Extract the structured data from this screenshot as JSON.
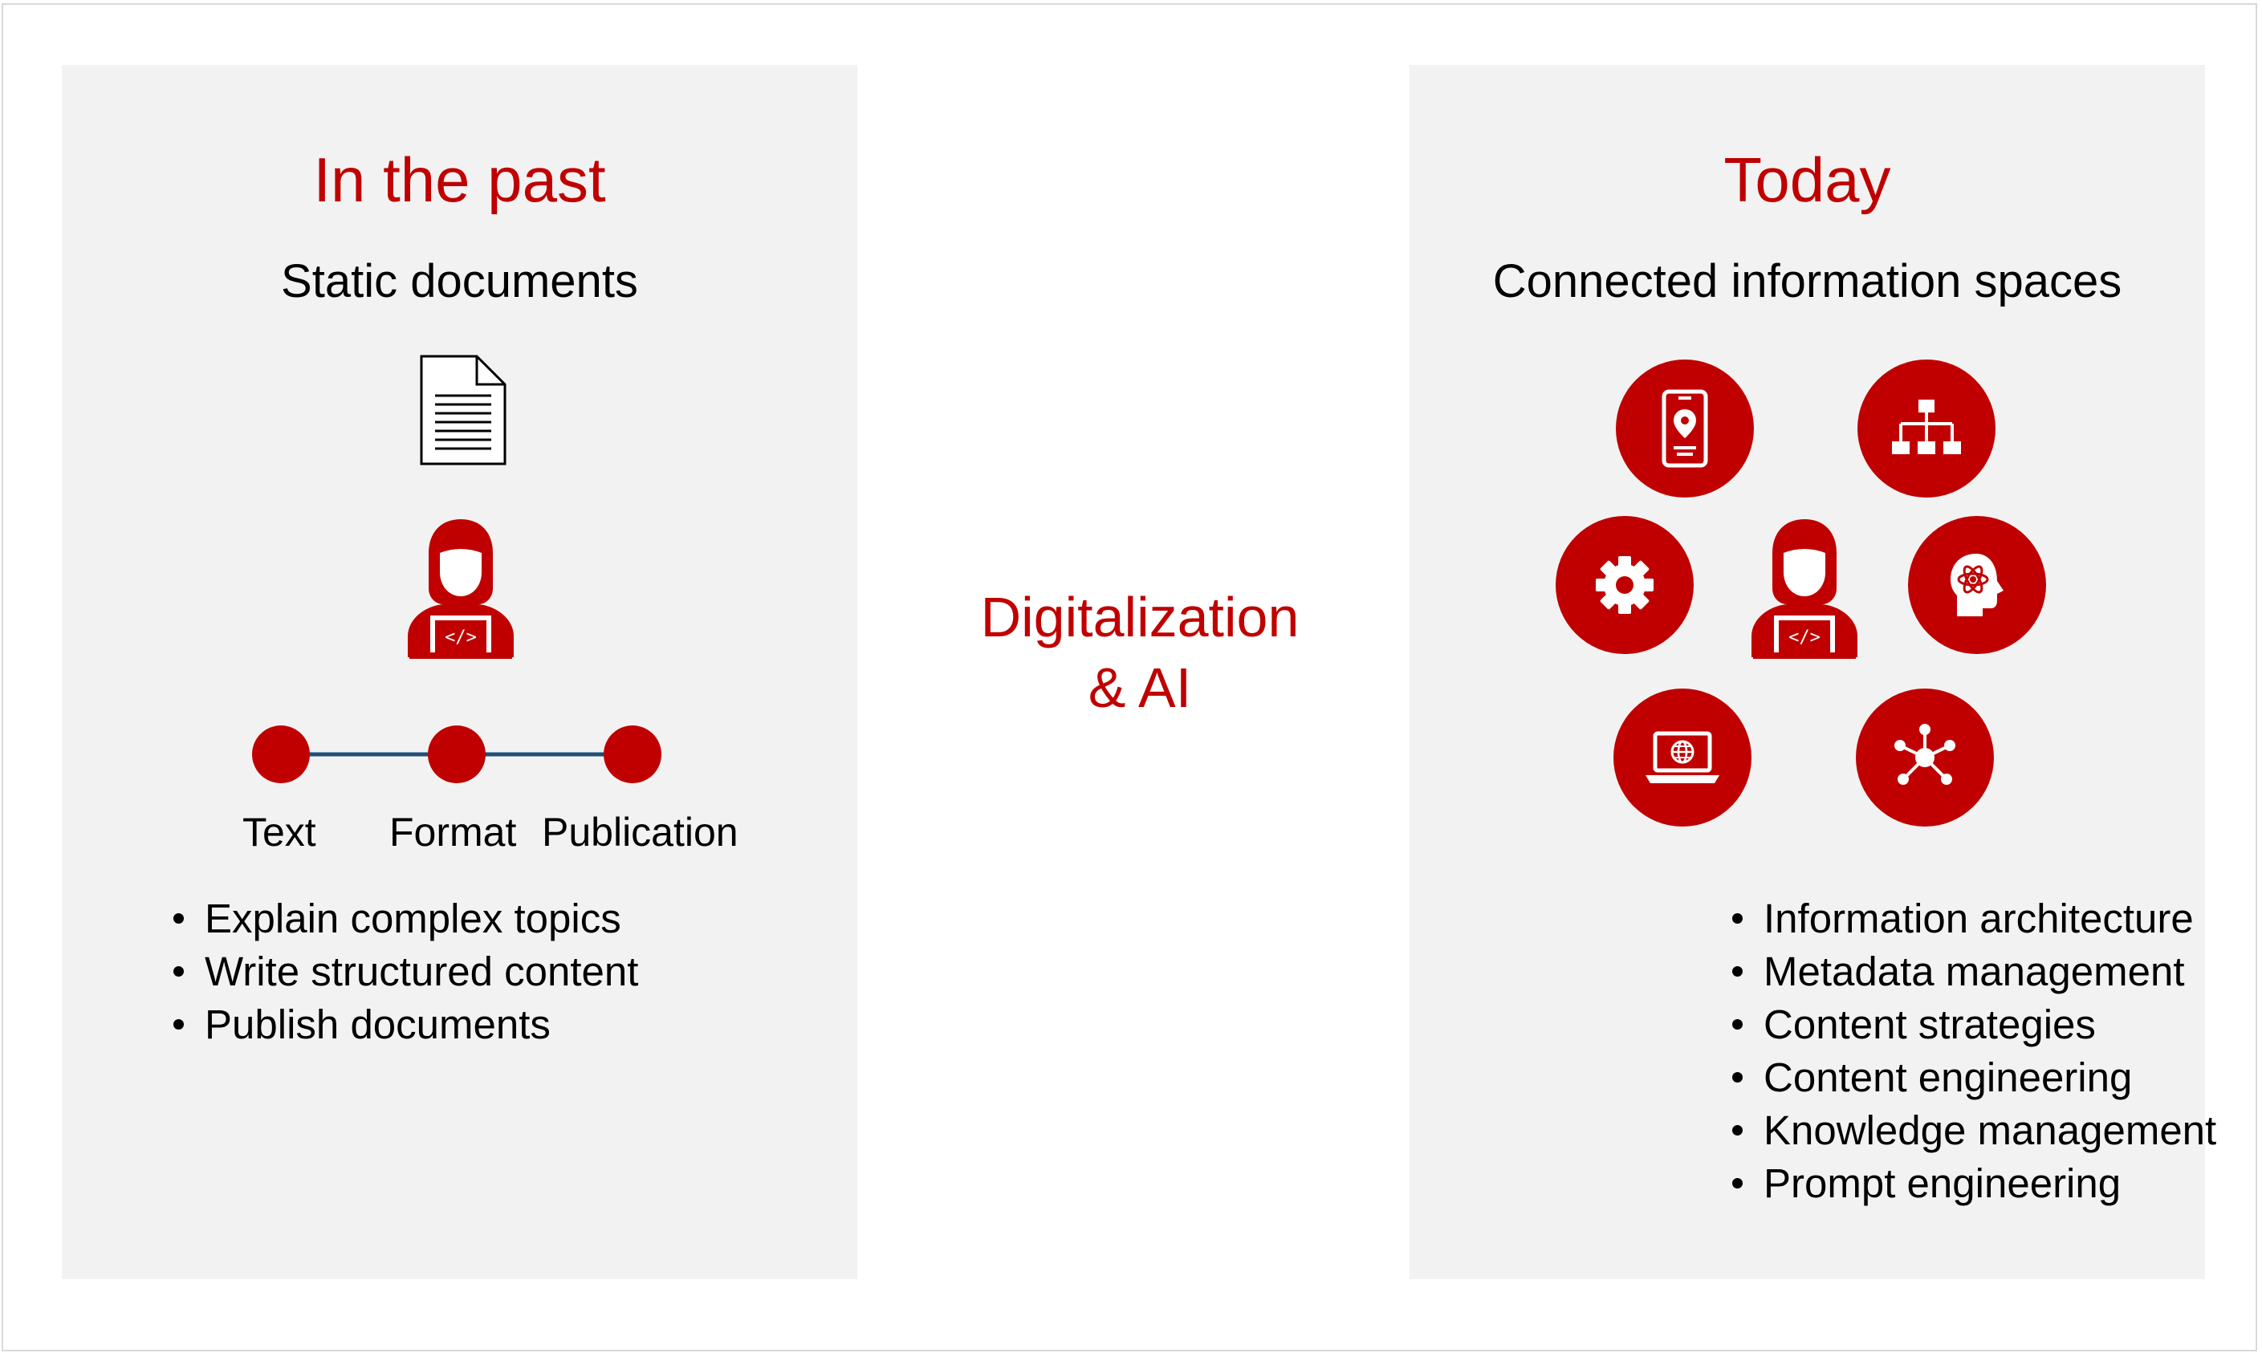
{
  "left": {
    "heading": "In the past",
    "subheading": "Static documents",
    "steps": [
      "Text",
      "Format",
      "Publication"
    ],
    "bullets": [
      "Explain complex topics",
      "Write structured content",
      "Publish documents"
    ]
  },
  "middle": {
    "line1": "Digitalization",
    "line2": "& AI"
  },
  "right": {
    "heading": "Today",
    "subheading": "Connected information spaces",
    "icons": [
      "mobile-location-icon",
      "org-chart-icon",
      "gear-icon",
      "science-head-icon",
      "laptop-globe-icon",
      "network-icon"
    ],
    "bullets": [
      "Information architecture",
      "Metadata management",
      "Content strategies",
      "Content engineering",
      "Knowledge management",
      "Prompt engineering"
    ]
  },
  "colors": {
    "accent": "#c00000",
    "panel": "#f2f2f2",
    "connector": "#1f4e79"
  }
}
